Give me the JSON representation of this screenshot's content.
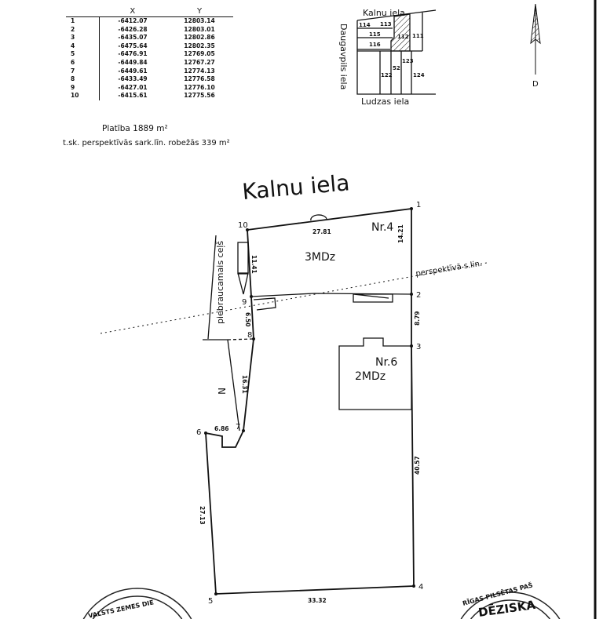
{
  "coordinate_table": {
    "headers": [
      "",
      "X",
      "Y"
    ],
    "rows": [
      {
        "n": "1",
        "x": "-6412.07",
        "y": "12803.14"
      },
      {
        "n": "2",
        "x": "-6426.28",
        "y": "12803.01"
      },
      {
        "n": "3",
        "x": "-6435.07",
        "y": "12802.86"
      },
      {
        "n": "4",
        "x": "-6475.64",
        "y": "12802.35"
      },
      {
        "n": "5",
        "x": "-6476.91",
        "y": "12769.05"
      },
      {
        "n": "6",
        "x": "-6449.84",
        "y": "12767.27"
      },
      {
        "n": "7",
        "x": "-6449.61",
        "y": "12774.13"
      },
      {
        "n": "8",
        "x": "-6433.49",
        "y": "12776.58"
      },
      {
        "n": "9",
        "x": "-6427.01",
        "y": "12776.10"
      },
      {
        "n": "10",
        "x": "-6415.61",
        "y": "12775.56"
      }
    ]
  },
  "area": {
    "label": "Platība 1889 m²",
    "sub": "t.sk. perspektīvās sark.līn. robežās 339 m²"
  },
  "inset_map": {
    "street_top": "Kalnu iela",
    "street_left": "Daugavpils iela",
    "street_bottom": "Ludzas iela",
    "parcels": [
      "114",
      "113",
      "115",
      "116",
      "112",
      "111",
      "122",
      "52",
      "123",
      "124"
    ]
  },
  "north_arrow": {
    "label": "D"
  },
  "plan": {
    "street": "Kalnu iela",
    "points": [
      "1",
      "2",
      "3",
      "4",
      "5",
      "6",
      "7",
      "8",
      "9",
      "10"
    ],
    "distances": [
      "27.81",
      "14.21",
      "8.79",
      "40.57",
      "33.32",
      "27.13",
      "6.86",
      "16.31",
      "6.50",
      "11.41"
    ],
    "buildings": [
      {
        "nr": "Nr.4",
        "type": "3MDz"
      },
      {
        "nr": "Nr.6",
        "type": "2MDz"
      }
    ],
    "red_line_label": "perspektīvā s.lin.",
    "driveway_label": "piebraucamais ceļš",
    "zone_label": "N"
  },
  "stamps": [
    "VALSTS ZEMES DIE",
    "RĪGAS PILSĒTAS PAŠ",
    "DĒZISKA"
  ]
}
